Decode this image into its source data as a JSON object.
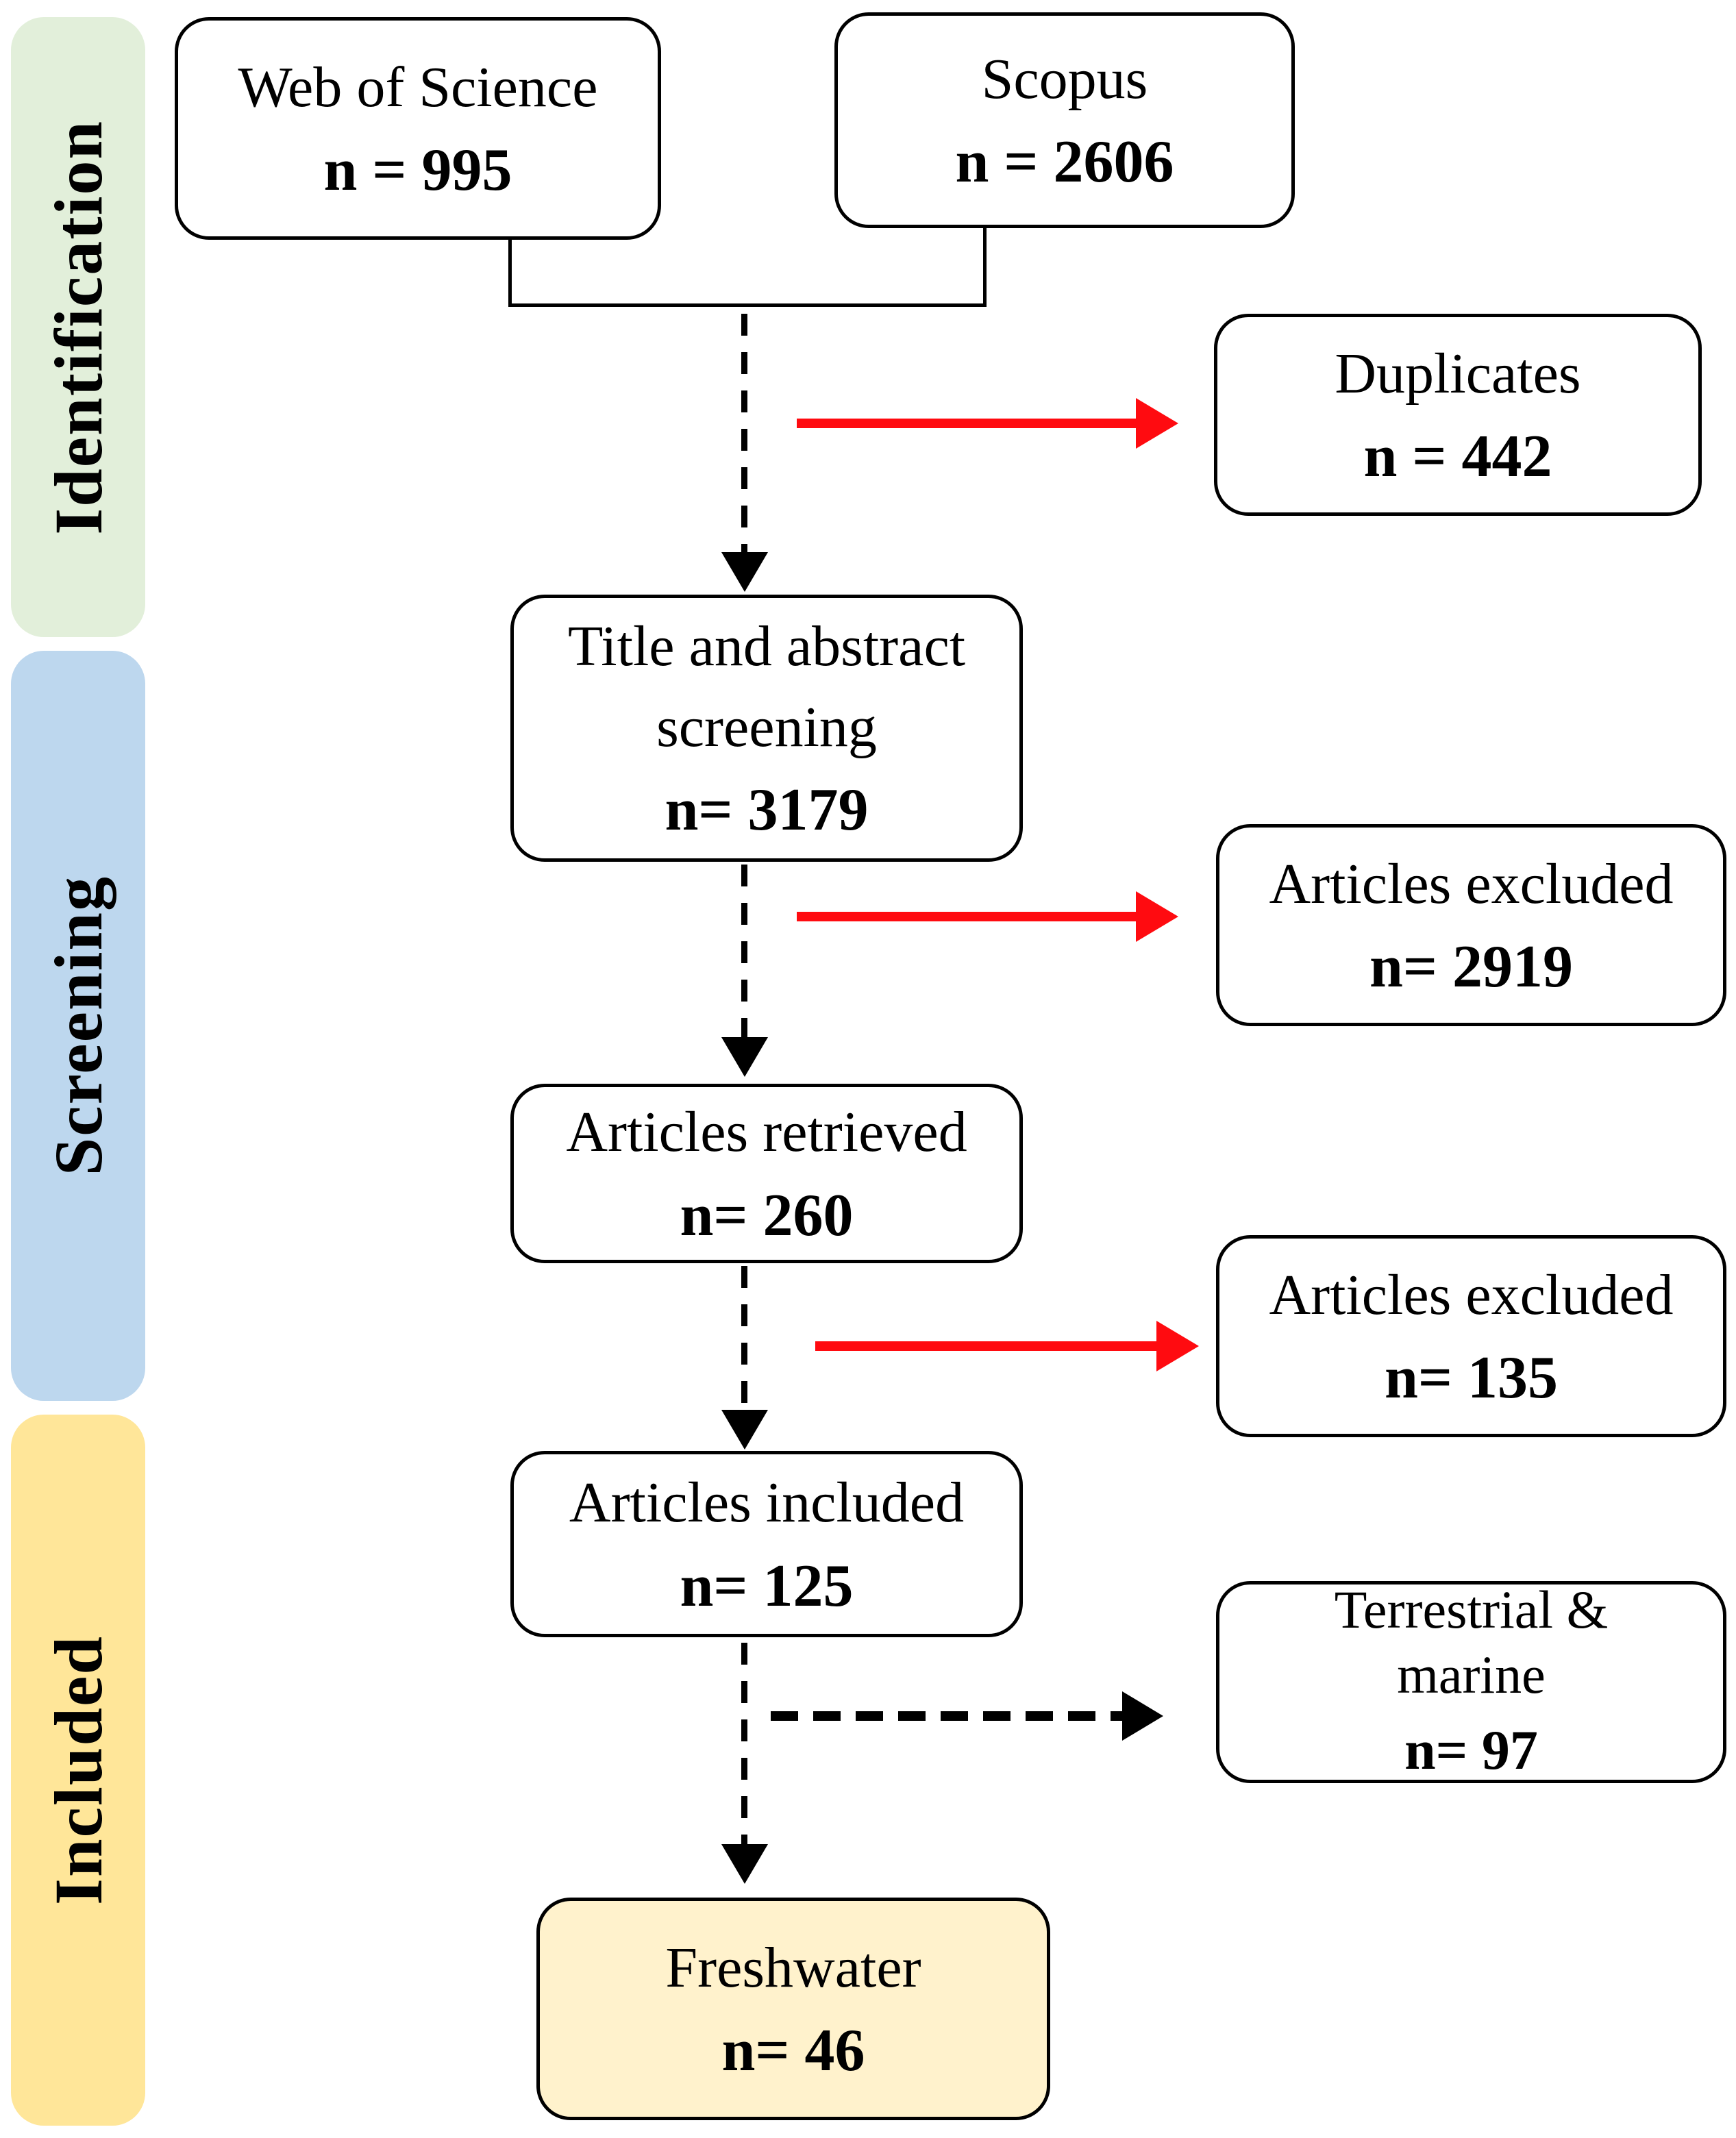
{
  "diagram": {
    "type": "prisma-flow",
    "stages": [
      {
        "label": "Identification",
        "color": "#E2EFDA"
      },
      {
        "label": "Screening",
        "color": "#BDD7EE"
      },
      {
        "label": "Included",
        "color": "#FFE699"
      }
    ],
    "boxes": {
      "web_of_science": {
        "title": "Web of Science",
        "count": "n = 995"
      },
      "scopus": {
        "title": "Scopus",
        "count": "n = 2606"
      },
      "duplicates": {
        "title": "Duplicates",
        "count": "n = 442"
      },
      "title_abstract_screening": {
        "title": "Title and abstract screening",
        "count": "n= 3179"
      },
      "articles_excluded_1": {
        "title": "Articles excluded",
        "count": "n= 2919"
      },
      "articles_retrieved": {
        "title": "Articles retrieved",
        "count": "n= 260"
      },
      "articles_excluded_2": {
        "title": "Articles excluded",
        "count": "n= 135"
      },
      "articles_included": {
        "title": "Articles included",
        "count": "n= 125"
      },
      "terrestrial_marine": {
        "title": "Terrestrial & marine",
        "count": "n= 97"
      },
      "freshwater": {
        "title": "Freshwater",
        "count": "n= 46"
      }
    },
    "colors": {
      "exclusion_arrow_red": "#FF0B10",
      "flow_arrow_black": "#000000",
      "box_border": "#000000",
      "freshwater_fill": "#FFF2CC"
    }
  }
}
